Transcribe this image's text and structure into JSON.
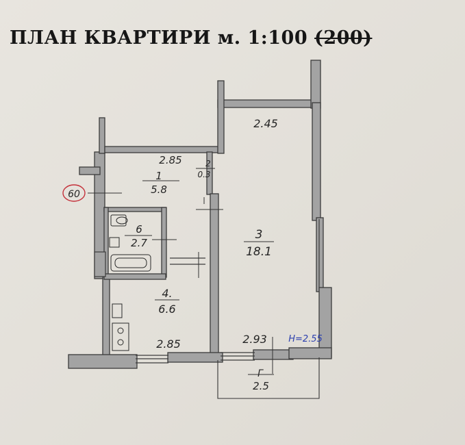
{
  "title": {
    "main": "ПЛАН КВАРТИРИ м. 1:100",
    "struck_scale": "(200)"
  },
  "marker": "60",
  "rooms": [
    {
      "number": "1",
      "area": "5.8"
    },
    {
      "number": "2",
      "area": "0.3"
    },
    {
      "number": "3",
      "area": "18.1"
    },
    {
      "number": "4.",
      "area": "6.6"
    },
    {
      "number": "6",
      "area": "2.7"
    },
    {
      "number": "Г",
      "area": "2.5"
    }
  ],
  "dimensions": {
    "d1": "2.85",
    "d2": "2.45",
    "d3": "2.85",
    "d4": "2.93"
  },
  "ceiling_height": "H=2.55",
  "colors": {
    "walls": "#9a9a9a",
    "ink": "#262626",
    "marker": "#c4303a",
    "height_label": "#2b3fae"
  }
}
